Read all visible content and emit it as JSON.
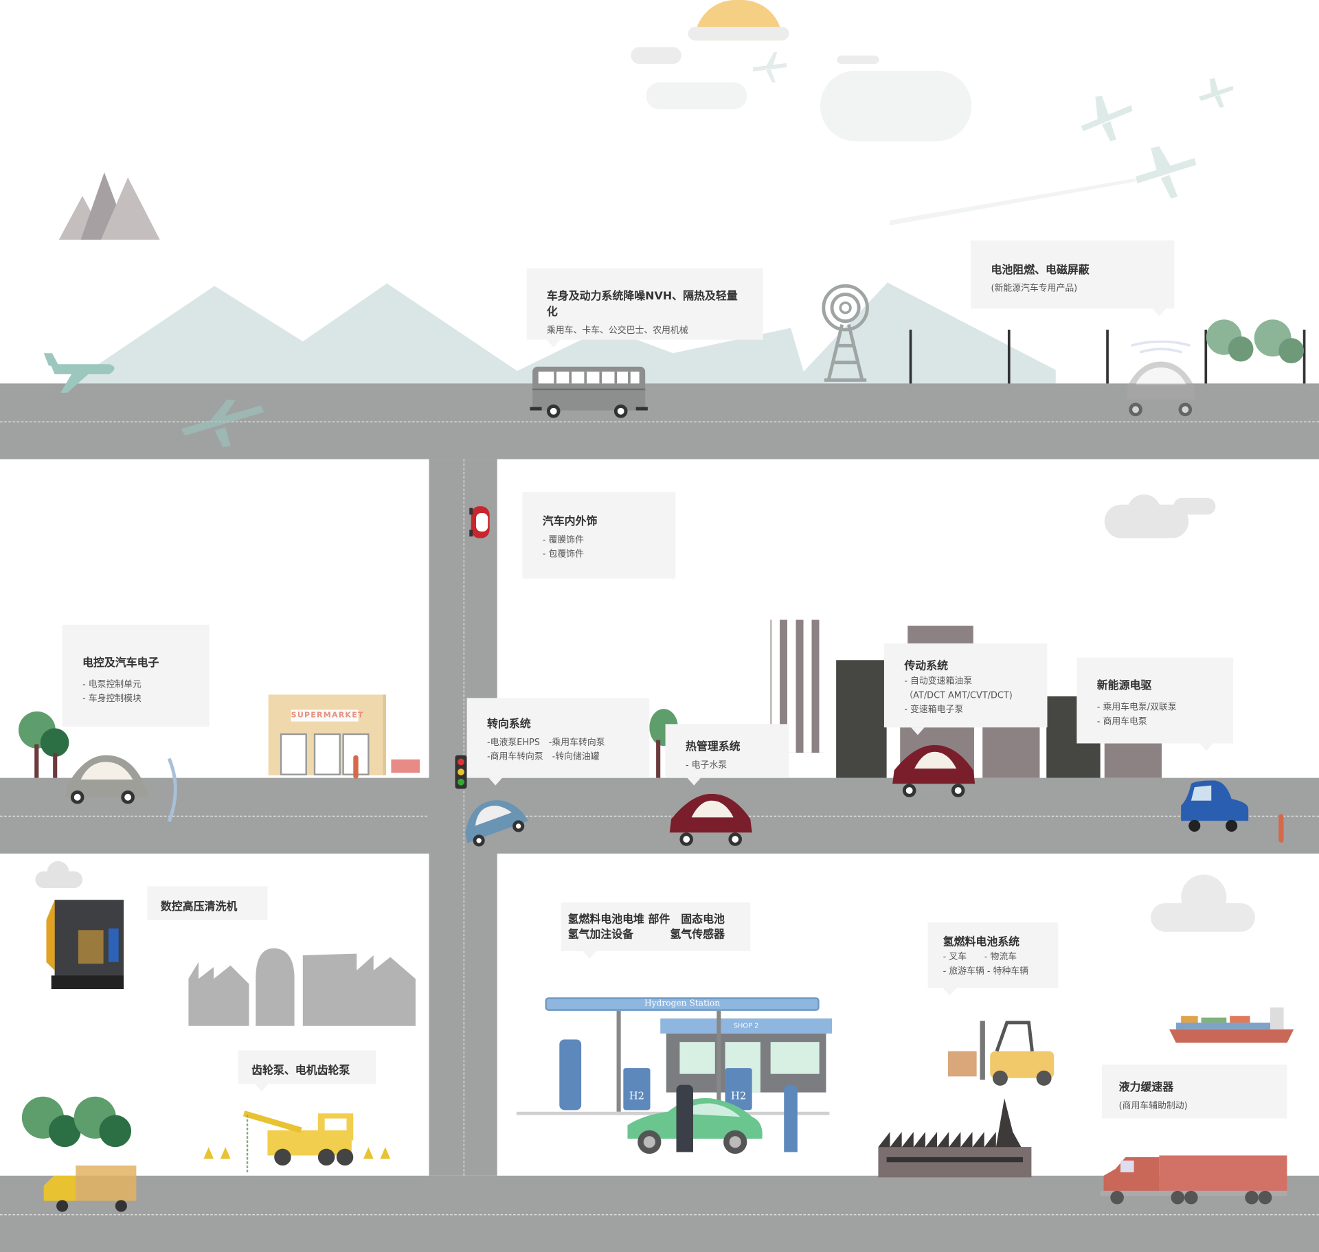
{
  "callouts": {
    "nvh": {
      "title": "车身及动力系统降噪NVH、隔热及轻量化",
      "sub": "乘用车、卡车、公交巴士、农用机械"
    },
    "battery": {
      "title": "电池阻燃、电磁屏蔽",
      "sub": "(新能源汽车专用产品)"
    },
    "interior": {
      "title": "汽车内外饰",
      "items": [
        "- 覆膜饰件",
        "- 包覆饰件"
      ]
    },
    "electronics": {
      "title": "电控及汽车电子",
      "items": [
        "- 电泵控制单元",
        "- 车身控制模块"
      ]
    },
    "steering": {
      "title": "转向系统",
      "items": [
        "-电液泵EHPS　-乘用车转向泵",
        "-商用车转向泵　-转向储油罐"
      ]
    },
    "thermal": {
      "title": "热管理系统",
      "items": [
        "- 电子水泵"
      ]
    },
    "transmission": {
      "title": "传动系统",
      "items": [
        "- 自动变速箱油泵",
        "（AT/DCT AMT/CVT/DCT)",
        "- 变速箱电子泵"
      ]
    },
    "ev_drive": {
      "title": "新能源电驱",
      "items": [
        "- 乘用车电泵/双联泵",
        "- 商用车电泵"
      ]
    },
    "washer": {
      "title": "数控高压清洗机"
    },
    "gear_pump": {
      "title": "齿轮泵、电机齿轮泵"
    },
    "h2_parts": {
      "lines": [
        "氢燃料电池电堆 部件　固态电池",
        "氢气加注设备　　　 氢气传感器"
      ]
    },
    "h2_system": {
      "title": "氢燃料电池系统",
      "items": [
        "- 叉车　　- 物流车",
        "- 旅游车辆 - 特种车辆"
      ]
    },
    "retarder": {
      "title": "液力缓速器",
      "sub": "(商用车辅助制动)"
    }
  },
  "signs": {
    "supermarket": "SUPERMARKET",
    "hydrogen_station": "Hydrogen Station",
    "shop": "SHOP 2",
    "h2": "H2"
  }
}
